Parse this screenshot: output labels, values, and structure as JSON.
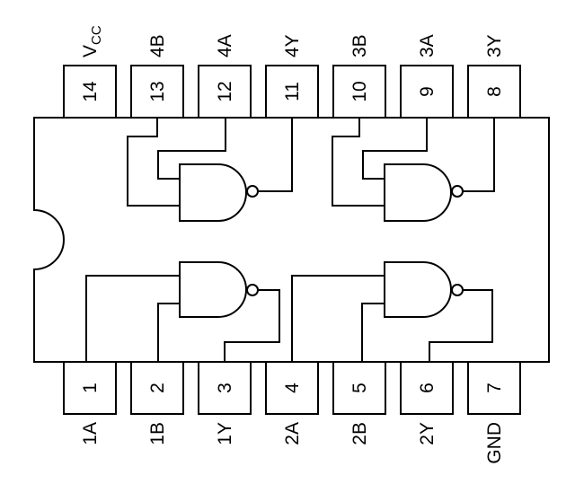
{
  "title": "Quad 2-input NAND gate pinout",
  "pins": [
    {
      "number": "1",
      "label": "1A"
    },
    {
      "number": "2",
      "label": "1B"
    },
    {
      "number": "3",
      "label": "1Y"
    },
    {
      "number": "4",
      "label": "2A"
    },
    {
      "number": "5",
      "label": "2B"
    },
    {
      "number": "6",
      "label": "2Y"
    },
    {
      "number": "7",
      "label": "GND"
    },
    {
      "number": "8",
      "label": "3Y"
    },
    {
      "number": "9",
      "label": "3A"
    },
    {
      "number": "10",
      "label": "3B"
    },
    {
      "number": "11",
      "label": "4Y"
    },
    {
      "number": "12",
      "label": "4A"
    },
    {
      "number": "13",
      "label": "4B"
    },
    {
      "number": "14",
      "label": "V",
      "subscript": "CC"
    }
  ]
}
